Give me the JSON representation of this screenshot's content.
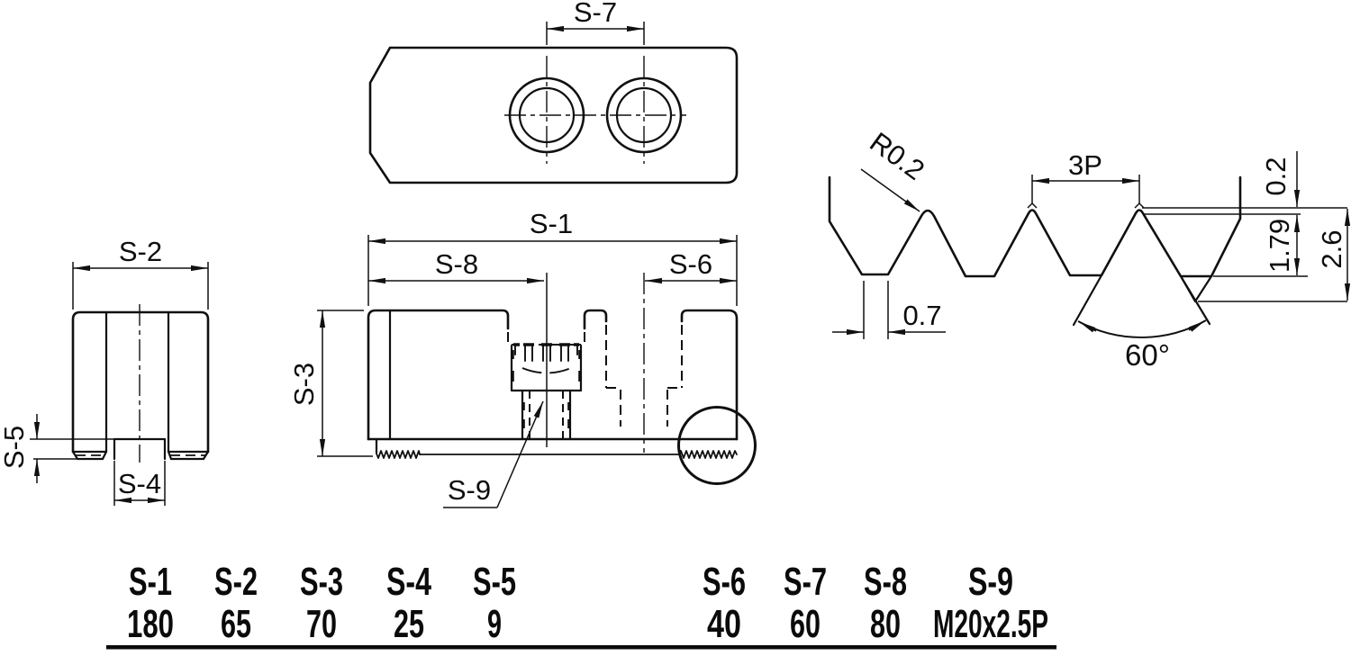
{
  "drawing": {
    "labels": {
      "s1": "S-1",
      "s2": "S-2",
      "s3": "S-3",
      "s4": "S-4",
      "s5": "S-5",
      "s6": "S-6",
      "s7": "S-7",
      "s8": "S-8",
      "s9": "S-9",
      "radius": "R0.2",
      "pitch3": "3P",
      "crest_flat": "0.2",
      "tooth_depth": "1.79",
      "total_depth": "2.6",
      "root_flat": "0.7",
      "angle": "60°"
    }
  },
  "table": {
    "columns": [
      {
        "name": "S-1",
        "value": "180"
      },
      {
        "name": "S-2",
        "value": "65"
      },
      {
        "name": "S-3",
        "value": "70"
      },
      {
        "name": "S-4",
        "value": "25"
      },
      {
        "name": "S-5",
        "value": "9"
      },
      {
        "name": "S-6",
        "value": "40"
      },
      {
        "name": "S-7",
        "value": "60"
      },
      {
        "name": "S-8",
        "value": "80"
      },
      {
        "name": "S-9",
        "value": "M20x2.5P"
      }
    ]
  },
  "colors": {
    "background": "#ffffff",
    "line": "#101010"
  }
}
